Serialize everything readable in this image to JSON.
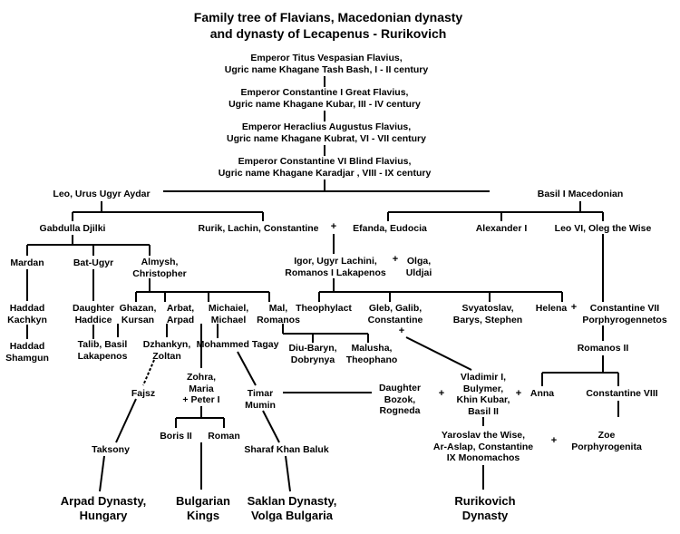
{
  "title": "Family tree of Flavians, Macedonian dynasty\nand dynasty of Lecapenus - Rurikovich",
  "plus_sign": "+",
  "nodes": {
    "titus": "Emperor Titus Vespasian Flavius,\nUgric name Khagane Tash Bash, I - II century",
    "constantine1": "Emperor Constantine I Great Flavius,\nUgric name Khagane Kubar, III - IV century",
    "heraclius": "Emperor Heraclius Augustus Flavius,\nUgric name Khagane Kubrat, VI - VII century",
    "constantine6": "Emperor Constantine VI Blind Flavius,\nUgric name Khagane Karadjar , VIII - IX century",
    "leo_urus": "Leo, Urus Ugyr Aydar",
    "basil1": "Basil I Macedonian",
    "gabdulla": "Gabdulla Djilki",
    "rurik": "Rurik, Lachin, Constantine",
    "efanda": "Efanda, Eudocia",
    "alexander": "Alexander I",
    "leo6": "Leo VI, Oleg the Wise",
    "mardan": "Mardan",
    "bat_ugyr": "Bat-Ugyr",
    "almysh": "Almysh,\nChristopher",
    "igor": "Igor, Ugyr Lachini,\nRomanos I Lakapenos",
    "olga": "Olga,\nUldjai",
    "haddad_k": "Haddad\nKachkyn",
    "daughter_haddice": "Daughter\nHaddice",
    "ghazan": "Ghazan,\nKursan",
    "arbat": "Arbat,\nArpad",
    "michaiel": "Michaiel,\nMichael",
    "mal": "Mal,\nRomanos",
    "theophylact": "Theophylact",
    "gleb": "Gleb, Galib,\nConstantine",
    "svyatoslav": "Svyatoslav,\nBarys, Stephen",
    "helena": "Helena",
    "constantine7": "Constantine VII\nPorphyrogennetos",
    "haddad_s": "Haddad\nShamgun",
    "talib": "Talib, Basil\nLakapenos",
    "dzhankyn": "Dzhankyn,\nZoltan",
    "mohammed": "Mohammed Tagay",
    "diu_baryn": "Diu-Baryn,\nDobrynya",
    "malusha": "Malusha,\nTheophano",
    "romanos2": "Romanos II",
    "zohra": "Zohra,\nMaria\n+ Peter I",
    "fajsz": "Fajsz",
    "timar": "Timar\nMumin",
    "daughter_bozok": "Daughter\nBozok,\nRogneda",
    "vladimir": "Vladimir I,\nBulymer,\nKhin Kubar,\nBasil II",
    "anna": "Anna",
    "constantine8": "Constantine VIII",
    "boris": "Boris II",
    "roman": "Roman",
    "yaroslav": "Yaroslav the Wise,\nAr-Aslap, Constantine\nIX Monomachos",
    "zoe": "Zoe\nPorphyrogenita",
    "taksony": "Taksony",
    "sharaf": "Sharaf Khan Baluk",
    "arpad_dyn": "Arpad Dynasty,\nHungary",
    "bulgarian": "Bulgarian\nKings",
    "saklan": "Saklan Dynasty,\nVolga Bulgaria",
    "rurikovich": "Rurikovich\nDynasty"
  }
}
